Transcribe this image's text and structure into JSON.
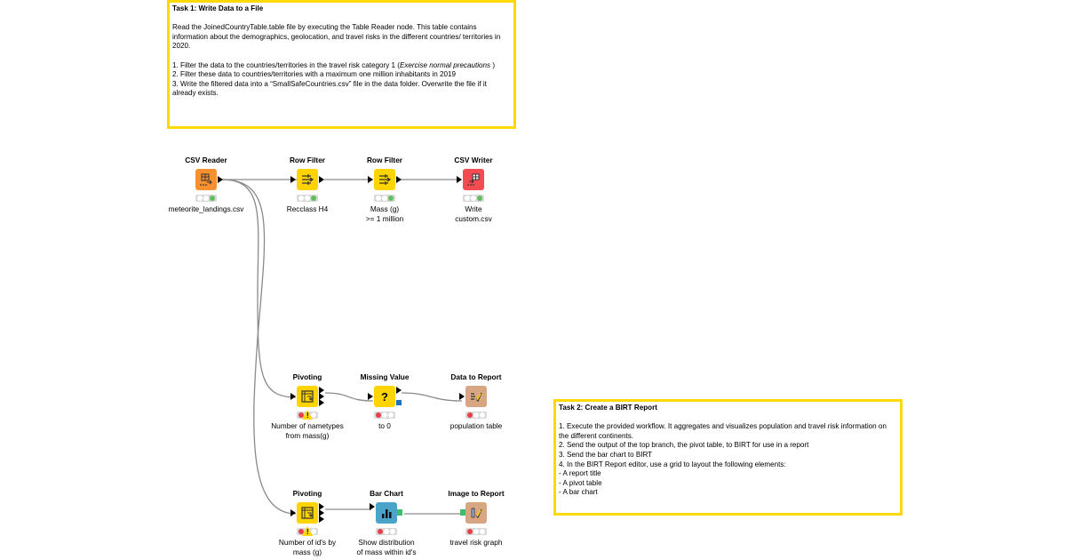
{
  "annotations": {
    "task1": {
      "title": "Task 1: Write Data to a File",
      "intro": "Read the JoinedCountryTable.table file by executing the Table Reader node. This table contains information about the demographics, geolocation, and travel risks in the different countries/ territories in 2020.",
      "step1_prefix": "1. Filter the data to the countries/territories in the travel risk category 1 (",
      "step1_italic": "Exercise normal precautions",
      "step1_suffix": " )",
      "step2": "2. Filter these data to countries/territories with a maximum one million inhabitants in 2019",
      "step3": "3. Write the filtered data into a “SmallSafeCountries.csv” file in the data folder. Overwrite the file if it already exists."
    },
    "task2": {
      "title": "Task 2: Create a BIRT Report",
      "lines": [
        "1. Execute the provided workflow. It aggregates and visualizes population and travel risk information on the different continents.",
        "2. Send the output of the top branch, the pivot table, to BIRT for use in a report",
        "3. Send the bar chart to BIRT",
        "4. In the BIRT Report editor, use a grid to layout the following elements:",
        "- A report title",
        "- A pivot table",
        "- A bar chart"
      ]
    }
  },
  "nodes": [
    {
      "id": "csv-reader",
      "name": "CSV Reader",
      "label1": "meteorite_landings.csv",
      "label2": "",
      "color": "#f7912f",
      "icon": "table-arrow-icon",
      "status": [
        "empty",
        "empty",
        "green"
      ]
    },
    {
      "id": "row-filter-1",
      "name": "Row Filter",
      "label1": "Recclass H4",
      "label2": "",
      "color": "#ffd400",
      "icon": "filter-arrows-icon",
      "status": [
        "empty",
        "empty",
        "green"
      ]
    },
    {
      "id": "row-filter-2",
      "name": "Row Filter",
      "label1": "Mass (g)",
      "label2": ">= 1 million",
      "color": "#ffd400",
      "icon": "filter-arrows-icon",
      "status": [
        "empty",
        "empty",
        "green"
      ]
    },
    {
      "id": "csv-writer",
      "name": "CSV Writer",
      "label1": "Write",
      "label2": "custom.csv",
      "color": "#f24b52",
      "icon": "table-write-icon",
      "status": [
        "empty",
        "empty",
        "green"
      ]
    },
    {
      "id": "pivoting-1",
      "name": "Pivoting",
      "label1": "Number of nametypes",
      "label2": "from mass(g)",
      "color": "#ffd400",
      "icon": "pivot-icon",
      "status": [
        "red",
        "warning",
        "empty"
      ]
    },
    {
      "id": "missing-value",
      "name": "Missing Value",
      "label1": "to 0",
      "label2": "",
      "color": "#ffd400",
      "icon": "question-icon",
      "status": [
        "red",
        "empty",
        "empty"
      ]
    },
    {
      "id": "data-to-report",
      "name": "Data to Report",
      "label1": "population table",
      "label2": "",
      "color": "#d9a684",
      "icon": "report-data-icon",
      "status": [
        "red",
        "empty",
        "empty"
      ]
    },
    {
      "id": "pivoting-2",
      "name": "Pivoting",
      "label1": "Number of id's by",
      "label2": "mass (g)",
      "color": "#ffd400",
      "icon": "pivot-icon",
      "status": [
        "red",
        "warning",
        "empty"
      ]
    },
    {
      "id": "bar-chart",
      "name": "Bar Chart",
      "label1": "Show distribution",
      "label2": "of mass within id's",
      "color": "#4aa3c8",
      "icon": "bar-chart-icon",
      "status": [
        "red",
        "empty",
        "empty"
      ]
    },
    {
      "id": "image-to-report",
      "name": "Image to Report",
      "label1": "travel risk graph",
      "label2": "",
      "color": "#d9a684",
      "icon": "report-image-icon",
      "status": [
        "red",
        "empty",
        "empty"
      ]
    }
  ],
  "glyphs": {
    "question": "?"
  }
}
